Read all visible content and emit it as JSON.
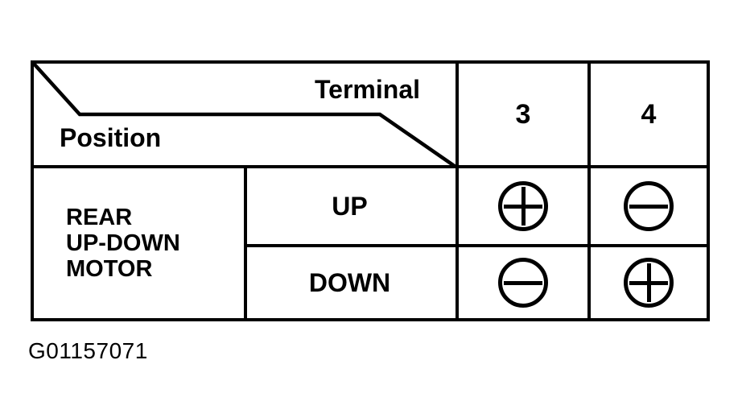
{
  "colors": {
    "ink": "#000000",
    "background": "#ffffff"
  },
  "table": {
    "corner": {
      "top_label": "Terminal",
      "bottom_label": "Position"
    },
    "column_headers": [
      "3",
      "4"
    ],
    "motor_label_lines": [
      "REAR",
      "UP-DOWN",
      "MOTOR"
    ],
    "rows": [
      {
        "position": "UP",
        "terminal_3": "plus",
        "terminal_4": "minus"
      },
      {
        "position": "DOWN",
        "terminal_3": "minus",
        "terminal_4": "plus"
      }
    ]
  },
  "caption": "G01157071"
}
